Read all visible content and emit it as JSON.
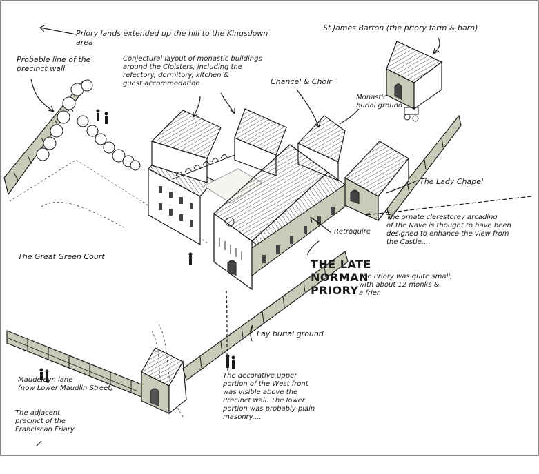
{
  "labels": {
    "priory_lands": "Priory lands extended up the hill to the Kingsdown area",
    "st_james_barton": "St James Barton (the priory farm & barn)",
    "precinct_wall_line": "Probable line of the\nprecinct wall",
    "conjectural_layout": "Conjectural layout of monastic buildings\naround the Cloisters, including the\nrefectory, dormitory, kitchen &\nguest accommodation",
    "chancel_choir": "Chancel & Choir",
    "monastic_burial": "Monastic\nburial ground",
    "lady_chapel": "The Lady Chapel",
    "clerestorey": "The ornate clerestorey arcading\nof the Nave is thought to have been\ndesigned to enhance the view from\nthe Castle....",
    "retroquire": "Retroquire",
    "great_green_court": "The Great Green Court",
    "late_norman_priory": "THE LATE NORMAN\nPRIORY",
    "priory_small": "The Priory was quite small,\nwith about 12 monks &\na frier.",
    "lay_burial": "Lay burial ground",
    "west_front": "The decorative upper\nportion of the West front\nwas visible above the\nPrecinct wall. The lower\nportion was probably plain\nmasonry....",
    "maudeleyn_lane": "Maudeleyn lane\n(now Lower Maudlin Street)",
    "franciscan": "The adjacent\nprecinct of the\nFranciscan Friary"
  },
  "colors": {
    "ink": "#1a1a1a",
    "wall_fill": "#c9cbb9",
    "roof": "#ffffff"
  }
}
